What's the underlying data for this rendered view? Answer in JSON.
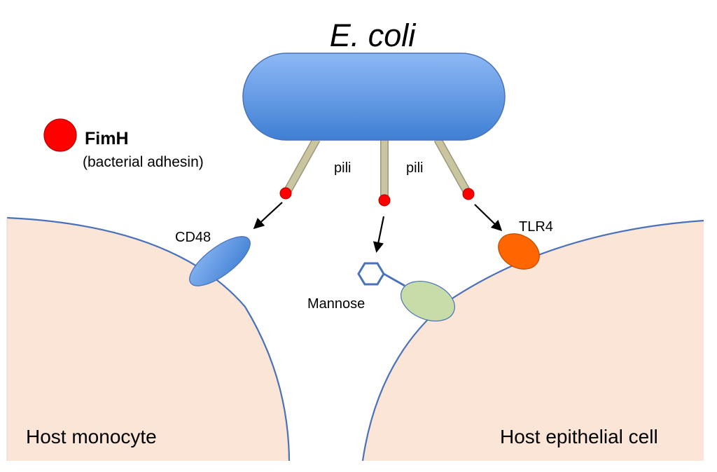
{
  "title": "E. coli",
  "legend": {
    "name": "FimH",
    "description": "(bacterial adhesin)"
  },
  "labels": {
    "pili_center": "pili",
    "pili_right": "pili",
    "cd48": "CD48",
    "mannose": "Mannose",
    "tlr4": "TLR4",
    "host_monocyte": "Host monocyte",
    "host_epithelial": "Host epithelial cell"
  },
  "colors": {
    "bacterium_top": "#8db8f5",
    "bacterium_bottom": "#3f7fd4",
    "fimh": "#ff0000",
    "pilus": "#c9c5a0",
    "cell_fill": "#fbe5d6",
    "membrane": "#4a72b8",
    "cd48": "#5b8fe0",
    "mannose_receptor": "#c7dca8",
    "tlr4": "#ff6600"
  }
}
